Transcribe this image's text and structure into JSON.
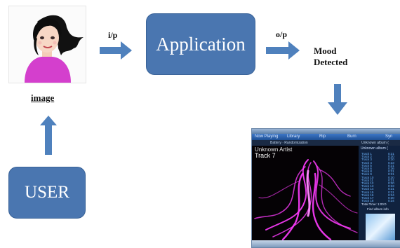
{
  "labels": {
    "image": "image",
    "user": "USER",
    "application": "Application",
    "input": "i/p",
    "output": "o/p",
    "mood_line1": "Mood",
    "mood_line2": "Detected"
  },
  "icons": {
    "portrait": "woman-portrait-icon",
    "arrow": "arrow-icon"
  },
  "media_player": {
    "title": "Windows Media Player",
    "tabs": [
      "Now Playing",
      "Library",
      "Rip",
      "Burn",
      "Syn"
    ],
    "toolbar_text": "Battery · Randomization",
    "album_header": "Unknown album (",
    "artist": "Unknown Artist",
    "track": "Track 7",
    "tracks": [
      {
        "name": "Track 1",
        "dur": "0:31"
      },
      {
        "name": "Track 2",
        "dur": "0:30"
      },
      {
        "name": "Track 3",
        "dur": "0:30"
      },
      {
        "name": "Track 4",
        "dur": "0:33"
      },
      {
        "name": "Track 5",
        "dur": "0:31"
      },
      {
        "name": "Track 6",
        "dur": "0:36"
      },
      {
        "name": "Track 8",
        "dur": "0:31"
      },
      {
        "name": "Track 9",
        "dur": "0:31"
      },
      {
        "name": "Track 10",
        "dur": "0:30"
      },
      {
        "name": "Track 11",
        "dur": "0:31"
      },
      {
        "name": "Track 12",
        "dur": "0:30"
      },
      {
        "name": "Track 13",
        "dur": "0:33"
      },
      {
        "name": "Track 14",
        "dur": "0:31"
      },
      {
        "name": "Track 15",
        "dur": "0:31"
      },
      {
        "name": "Track 16",
        "dur": "0:34"
      },
      {
        "name": "Track 17",
        "dur": "0:30"
      },
      {
        "name": "Track 18",
        "dur": "0:34"
      }
    ],
    "total_time": "Total Time: 1:00:0",
    "find_album": "Find album info"
  },
  "colors": {
    "box_fill": "#4a76b0",
    "arrow_fill": "#4f81bd",
    "visual_magenta": "#ff3cff"
  }
}
